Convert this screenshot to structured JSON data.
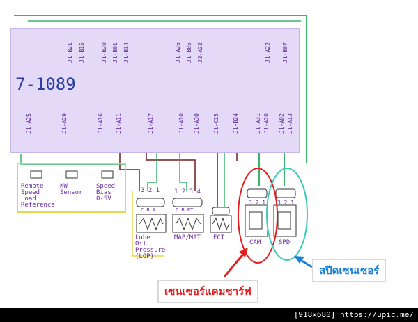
{
  "ecu": {
    "part_number": "7-1089"
  },
  "top_pins": [
    "J1-B21",
    "J1-B15",
    "J1-B20",
    "J1-B01",
    "J1-B14",
    "J1-A26",
    "J1-B05",
    "J2-A22",
    "J1-A22",
    "J1-B07"
  ],
  "bottom_pins": [
    "J1-A25",
    "J1-A29",
    "J1-A16",
    "J1-A11",
    "J1-A17",
    "J1-A10",
    "J1-A30",
    "J1-C15",
    "J1-B24",
    "J1-A31",
    "J1-A20",
    "J1-A02",
    "J1-A13"
  ],
  "sensors": {
    "lop": {
      "pins": "3 2 1",
      "pin_letters": "C  B  A",
      "label": [
        "Lube",
        "Oil",
        "Pressure",
        "(LOP)"
      ]
    },
    "map_mat": {
      "pins": "1 2 3 4",
      "pin_letters": "C B  PT",
      "label": [
        "MAP/MAT"
      ]
    },
    "ect": {
      "label": [
        "ECT"
      ]
    },
    "cam": {
      "pins": "3 2 1",
      "label": [
        "CAM"
      ]
    },
    "spd": {
      "pins": "3 2 1",
      "label": [
        "SPD"
      ]
    }
  },
  "left_outputs": {
    "remote_speed": [
      "Remote",
      "Speed",
      "Load",
      "Reference"
    ],
    "kw_sensor": [
      "KW",
      "Sensor"
    ],
    "speed_bias": [
      "Speed",
      "Bias",
      "0-5V"
    ]
  },
  "callouts": {
    "camshaft": {
      "text": "เซนเซอร์แคมชาร์ฟ",
      "color": "#e02020"
    },
    "speed": {
      "text": "สปีดเซนเซอร์",
      "color": "#1a7fd8"
    }
  },
  "colors": {
    "ecu_fill": "#e4d9f6",
    "wire_green": "#3bb36a",
    "wire_dark": "#6b1f1f",
    "wire_yellow": "#e6d64a",
    "cam_ring": "#e02020",
    "spd_ring": "#3ec9b8"
  },
  "footer": {
    "text": "[918x680] https://upic.me/"
  }
}
